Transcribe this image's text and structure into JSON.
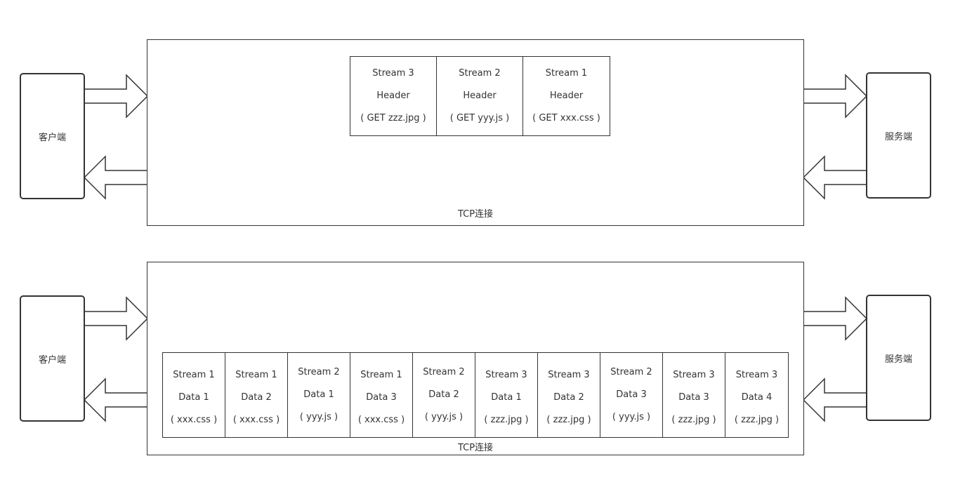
{
  "diagram1": {
    "client_label": "客户端",
    "server_label": "服务端",
    "tcp_label": "TCP连接",
    "frames": [
      {
        "stream": "Stream 3",
        "type": "Header",
        "detail": "( GET zzz.jpg )"
      },
      {
        "stream": "Stream 2",
        "type": "Header",
        "detail": "( GET yyy.js )"
      },
      {
        "stream": "Stream 1",
        "type": "Header",
        "detail": "( GET xxx.css )"
      }
    ]
  },
  "diagram2": {
    "client_label": "客户端",
    "server_label": "服务端",
    "tcp_label": "TCP连接",
    "frames": [
      {
        "stream": "Stream 1",
        "type": "Data 1",
        "detail": "( xxx.css )"
      },
      {
        "stream": "Stream 1",
        "type": "Data 2",
        "detail": "( xxx.css )"
      },
      {
        "stream": "Stream 2",
        "type": "Data 1",
        "detail": "( yyy.js )"
      },
      {
        "stream": "Stream 1",
        "type": "Data 3",
        "detail": "( xxx.css )"
      },
      {
        "stream": "Stream 2",
        "type": "Data 2",
        "detail": "( yyy.js )"
      },
      {
        "stream": "Stream 3",
        "type": "Data 1",
        "detail": "( zzz.jpg )"
      },
      {
        "stream": "Stream 3",
        "type": "Data 2",
        "detail": "( zzz.jpg )"
      },
      {
        "stream": "Stream 2",
        "type": "Data 3",
        "detail": "( yyy.js )"
      },
      {
        "stream": "Stream 3",
        "type": "Data 3",
        "detail": "( zzz.jpg )"
      },
      {
        "stream": "Stream 3",
        "type": "Data 4",
        "detail": "( zzz.jpg )"
      }
    ]
  }
}
